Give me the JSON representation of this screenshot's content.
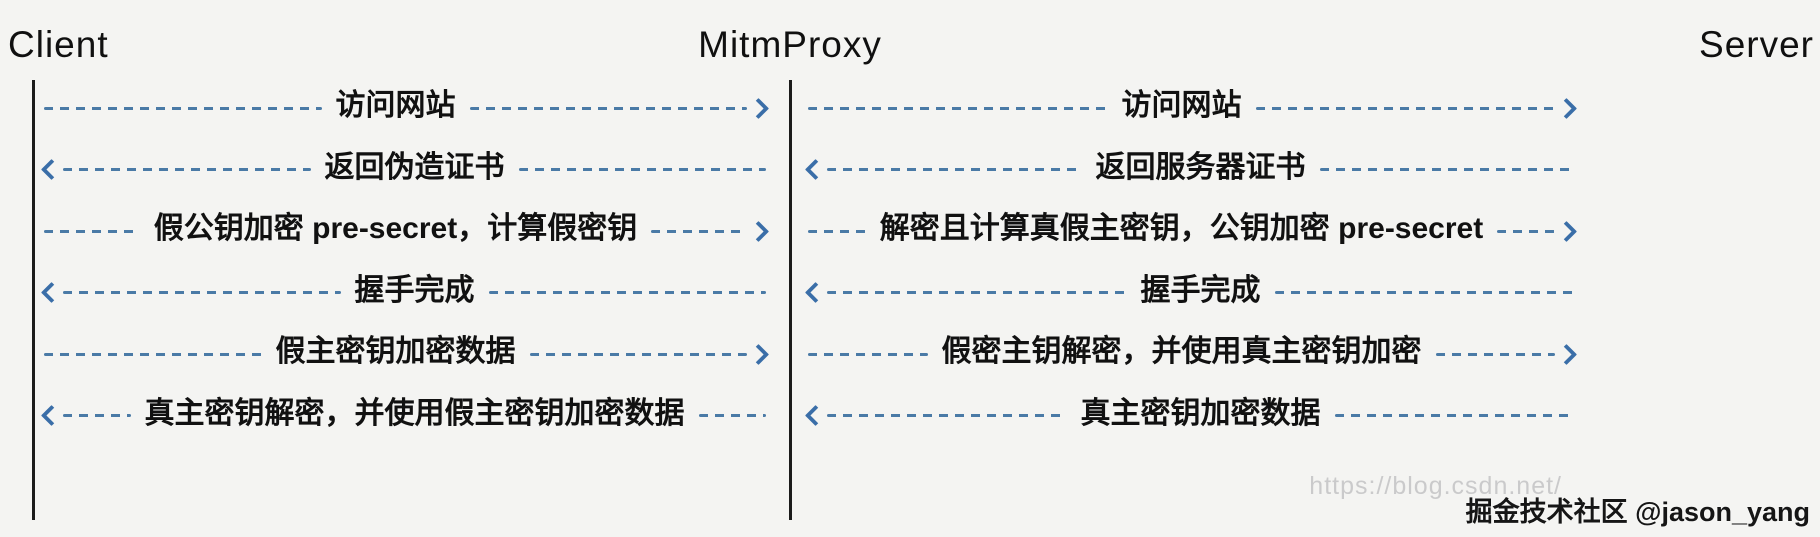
{
  "diagram": {
    "actors": {
      "client": "Client",
      "mitmproxy": "MitmProxy",
      "server": "Server"
    },
    "left_messages": [
      {
        "label": "访问网站",
        "direction": "right"
      },
      {
        "label": "返回伪造证书",
        "direction": "left"
      },
      {
        "label": "假公钥加密 pre-secret，计算假密钥",
        "direction": "right"
      },
      {
        "label": "握手完成",
        "direction": "left"
      },
      {
        "label": "假主密钥加密数据",
        "direction": "right"
      },
      {
        "label": "真主密钥解密，并使用假主密钥加密数据",
        "direction": "left"
      }
    ],
    "right_messages": [
      {
        "label": "访问网站",
        "direction": "right"
      },
      {
        "label": "返回服务器证书",
        "direction": "left"
      },
      {
        "label": "解密且计算真假主密钥，公钥加密 pre-secret",
        "direction": "right"
      },
      {
        "label": "握手完成",
        "direction": "left"
      },
      {
        "label": "假密主钥解密，并使用真主密钥加密",
        "direction": "right"
      },
      {
        "label": "真主密钥加密数据",
        "direction": "left"
      }
    ],
    "colors": {
      "arrow": "#4a7aa6",
      "arrow_head": "#3a6ea8",
      "lifeline": "#1b1b1b"
    },
    "watermarks": {
      "url": "https://blog.csdn.net/",
      "badge": "掘金技术社区 @jason_yang"
    }
  }
}
